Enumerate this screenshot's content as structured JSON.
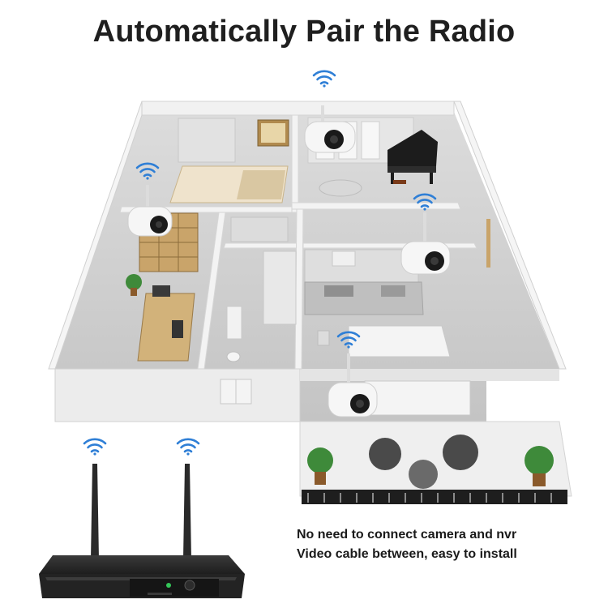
{
  "title": "Automatically Pair the Radio",
  "caption": {
    "line1": "No need to connect camera and nvr",
    "line2": "Video cable between, easy to install"
  },
  "colors": {
    "wifi": "#2f7fd6",
    "wall": "#e9e9e9",
    "floor": "#d2d2d2",
    "wood": "#c9a46a",
    "nvr": "#2b2b2b",
    "camera": "#f4f4f4"
  },
  "icons": [
    "wifi-icon",
    "camera-icon",
    "nvr-recorder-icon",
    "antenna-icon",
    "plant-icon",
    "piano-icon"
  ]
}
